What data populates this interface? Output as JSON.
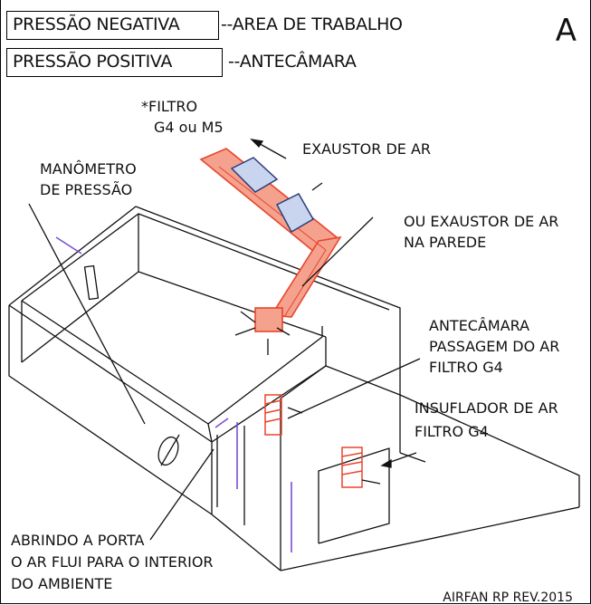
{
  "legend": {
    "row1_left": "PRESSÃO NEGATIVA",
    "row1_right": "--AREA DE TRABALHO",
    "row2_left": "PRESSÃO POSITIVA",
    "row2_right": "--ANTECÂMARA"
  },
  "corner_letter": "A",
  "labels": {
    "filtro_1": "*FILTRO",
    "filtro_2": "G4 ou M5",
    "exaustor": "EXAUSTOR DE AR",
    "manometro_1": "MANÔMETRO",
    "manometro_2": "DE PRESSÃO",
    "parede_1": "OU EXAUSTOR DE AR",
    "parede_2": "NA PAREDE",
    "ante_1": "ANTECÂMARA",
    "ante_2": "PASSAGEM DO AR",
    "ante_3": "FILTRO G4",
    "insuf_1": "INSUFLADOR DE AR",
    "insuf_2": "FILTRO G4",
    "porta_1": "ABRINDO A PORTA",
    "porta_2": "O AR FLUI PARA O INTERIOR",
    "porta_3": "DO AMBIENTE"
  },
  "footer": "AIRFAN RP REV.2015",
  "colors": {
    "duct": "#e8452b",
    "filter": "#5a7ab8",
    "purple": "#7a4fd0"
  }
}
